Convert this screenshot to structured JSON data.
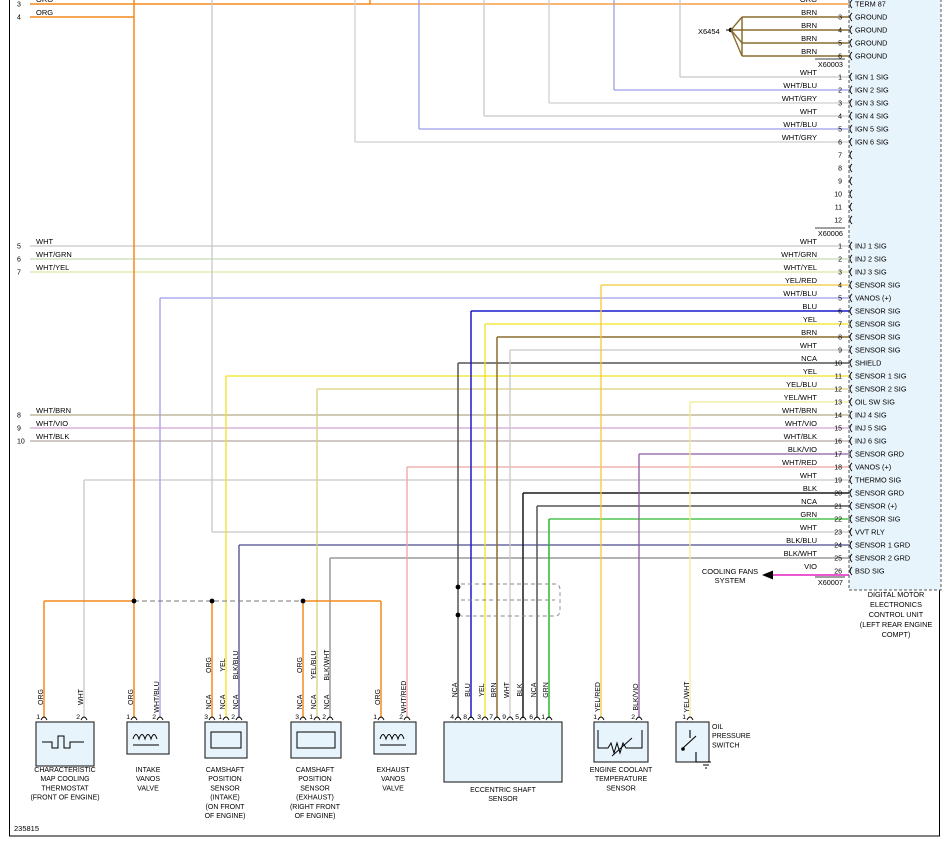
{
  "figure_id": "235815",
  "ecu": {
    "label_lines": [
      "DIGITAL MOTOR",
      "ELECTRONICS",
      "CONTROL UNIT",
      "(LEFT REAR ENGINE",
      "COMPT)"
    ],
    "connectors": [
      {
        "name": "X60003",
        "pins": [
          {
            "num": "",
            "color": "ORG",
            "signal": "TERM 87"
          },
          {
            "num": "3",
            "color": "BRN",
            "signal": "GROUND"
          },
          {
            "num": "4",
            "color": "BRN",
            "signal": "GROUND"
          },
          {
            "num": "5",
            "color": "BRN",
            "signal": "GROUND"
          },
          {
            "num": "6",
            "color": "BRN",
            "signal": "GROUND"
          }
        ]
      },
      {
        "name": "X60006",
        "pins": [
          {
            "num": "1",
            "color": "WHT",
            "signal": "IGN 1 SIG"
          },
          {
            "num": "2",
            "color": "WHT/BLU",
            "signal": "IGN 2 SIG"
          },
          {
            "num": "3",
            "color": "WHT/GRY",
            "signal": "IGN 3 SIG"
          },
          {
            "num": "4",
            "color": "WHT",
            "signal": "IGN 4 SIG"
          },
          {
            "num": "5",
            "color": "WHT/BLU",
            "signal": "IGN 5 SIG"
          },
          {
            "num": "6",
            "color": "WHT/GRY",
            "signal": "IGN 6 SIG"
          },
          {
            "num": "7",
            "color": "",
            "signal": ""
          },
          {
            "num": "8",
            "color": "",
            "signal": ""
          },
          {
            "num": "9",
            "color": "",
            "signal": ""
          },
          {
            "num": "10",
            "color": "",
            "signal": ""
          },
          {
            "num": "11",
            "color": "",
            "signal": ""
          },
          {
            "num": "12",
            "color": "",
            "signal": ""
          }
        ]
      },
      {
        "name": "X60007",
        "pins": [
          {
            "num": "1",
            "color": "WHT",
            "signal": "INJ 1 SIG"
          },
          {
            "num": "2",
            "color": "WHT/GRN",
            "signal": "INJ 2 SIG"
          },
          {
            "num": "3",
            "color": "WHT/YEL",
            "signal": "INJ 3 SIG"
          },
          {
            "num": "4",
            "color": "YEL/RED",
            "signal": "SENSOR SIG"
          },
          {
            "num": "5",
            "color": "WHT/BLU",
            "signal": "VANOS (+)"
          },
          {
            "num": "6",
            "color": "BLU",
            "signal": "SENSOR SIG"
          },
          {
            "num": "7",
            "color": "YEL",
            "signal": "SENSOR SIG"
          },
          {
            "num": "8",
            "color": "BRN",
            "signal": "SENSOR SIG"
          },
          {
            "num": "9",
            "color": "WHT",
            "signal": "SENSOR SIG"
          },
          {
            "num": "10",
            "color": "NCA",
            "signal": "SHIELD"
          },
          {
            "num": "11",
            "color": "YEL",
            "signal": "SENSOR 1 SIG"
          },
          {
            "num": "12",
            "color": "YEL/BLU",
            "signal": "SENSOR 2 SIG"
          },
          {
            "num": "13",
            "color": "YEL/WHT",
            "signal": "OIL SW SIG"
          },
          {
            "num": "14",
            "color": "WHT/BRN",
            "signal": "INJ 4 SIG"
          },
          {
            "num": "15",
            "color": "WHT/VIO",
            "signal": "INJ 5 SIG"
          },
          {
            "num": "16",
            "color": "WHT/BLK",
            "signal": "INJ 6 SIG"
          },
          {
            "num": "17",
            "color": "BLK/VIO",
            "signal": "SENSOR GRD"
          },
          {
            "num": "18",
            "color": "WHT/RED",
            "signal": "VANOS (+)"
          },
          {
            "num": "19",
            "color": "WHT",
            "signal": "THERMO SIG"
          },
          {
            "num": "20",
            "color": "BLK",
            "signal": "SENSOR GRD"
          },
          {
            "num": "21",
            "color": "NCA",
            "signal": "SENSOR (+)"
          },
          {
            "num": "22",
            "color": "GRN",
            "signal": "SENSOR SIG"
          },
          {
            "num": "23",
            "color": "WHT",
            "signal": "VVT RLY"
          },
          {
            "num": "24",
            "color": "BLK/BLU",
            "signal": "SENSOR 1 GRD"
          },
          {
            "num": "25",
            "color": "BLK/WHT",
            "signal": "SENSOR 2 GRD"
          },
          {
            "num": "26",
            "color": "VIO",
            "signal": "BSD SIG"
          }
        ]
      }
    ]
  },
  "ground_splice": "X6454",
  "cooling_fans": "COOLING FANS SYSTEM",
  "left_wires": [
    {
      "num": "3",
      "color": "ORG"
    },
    {
      "num": "4",
      "color": "ORG"
    },
    {
      "num": "5",
      "color": "WHT"
    },
    {
      "num": "6",
      "color": "WHT/GRN"
    },
    {
      "num": "7",
      "color": "WHT/YEL"
    },
    {
      "num": "8",
      "color": "WHT/BRN"
    },
    {
      "num": "9",
      "color": "WHT/VIO"
    },
    {
      "num": "10",
      "color": "WHT/BLK"
    }
  ],
  "components": [
    {
      "id": "thermostat",
      "label_lines": [
        "CHARACTERISTIC",
        "MAP COOLING",
        "THERMOSTAT",
        "(FRONT OF ENGINE)"
      ],
      "pins": [
        {
          "num": "1",
          "wire": "ORG"
        },
        {
          "num": "2",
          "wire": "WHT"
        }
      ]
    },
    {
      "id": "intake-vanos",
      "label_lines": [
        "INTAKE",
        "VANOS",
        "VALVE"
      ],
      "pins": [
        {
          "num": "1",
          "wire": "ORG"
        },
        {
          "num": "2",
          "wire": "WHT/BLU"
        }
      ]
    },
    {
      "id": "cam-intake",
      "label_lines": [
        "CAMSHAFT",
        "POSITION",
        "SENSOR",
        "(INTAKE)",
        "(ON FRONT",
        "OF ENGINE)"
      ],
      "pins": [
        {
          "num": "3",
          "wire": "ORG"
        },
        {
          "num": "1",
          "wire": "YEL"
        },
        {
          "num": "2",
          "wire": "BLK/BLU"
        }
      ],
      "inner_labels": [
        "NCA",
        "NCA",
        "NCA"
      ]
    },
    {
      "id": "cam-exhaust",
      "label_lines": [
        "CAMSHAFT",
        "POSITION",
        "SENSOR",
        "(EXHAUST)",
        "(RIGHT FRONT",
        "OF ENGINE)"
      ],
      "pins": [
        {
          "num": "3",
          "wire": "ORG"
        },
        {
          "num": "1",
          "wire": "YEL/BLU"
        },
        {
          "num": "2",
          "wire": "BLK/WHT"
        }
      ],
      "inner_labels": [
        "NCA",
        "NCA",
        "NCA"
      ]
    },
    {
      "id": "exhaust-vanos",
      "label_lines": [
        "EXHAUST",
        "VANOS",
        "VALVE"
      ],
      "pins": [
        {
          "num": "1",
          "wire": "ORG"
        },
        {
          "num": "2",
          "wire": "WHT/RED"
        }
      ]
    },
    {
      "id": "eccentric",
      "label_lines": [
        "ECCENTRIC SHAFT",
        "SENSOR"
      ],
      "pins": [
        {
          "num": "4",
          "wire": "NCA"
        },
        {
          "num": "8",
          "wire": "BLU"
        },
        {
          "num": "3",
          "wire": "YEL"
        },
        {
          "num": "7",
          "wire": "BRN"
        },
        {
          "num": "9",
          "wire": "WHT"
        },
        {
          "num": "5",
          "wire": "BLK"
        },
        {
          "num": "6",
          "wire": "NCA"
        },
        {
          "num": "1",
          "wire": "GRN"
        }
      ]
    },
    {
      "id": "ect",
      "label_lines": [
        "ENGINE COOLANT",
        "TEMPERATURE",
        "SENSOR"
      ],
      "pins": [
        {
          "num": "1",
          "wire": "YEL/RED"
        },
        {
          "num": "2",
          "wire": "BLK/VIO"
        }
      ]
    },
    {
      "id": "oil-switch",
      "label_lines": [
        "OIL",
        "PRESSURE",
        "SWITCH"
      ],
      "pins": [
        {
          "num": "1",
          "wire": "YEL/WHT"
        }
      ]
    }
  ],
  "colors": {
    "ORG": "#f28a1e",
    "WHT": "#c8c8c8",
    "BRN": "#8a6d2f",
    "BLU": "#1a1acc",
    "WHT/BLU": "#9d9de8",
    "WHT/GRY": "#cfcfcf",
    "WHT/GRN": "#c4dcb4",
    "WHT/YEL": "#e4e4a4",
    "YEL": "#f2e21c",
    "YEL/RED": "#f4c83a",
    "YEL/BLU": "#d8cf7c",
    "YEL/WHT": "#f0ea92",
    "WHT/BRN": "#b4aa86",
    "WHT/VIO": "#d2a4d2",
    "WHT/BLK": "#b6a6a6",
    "BLK/VIO": "#8c5ca0",
    "WHT/RED": "#eca4a4",
    "BLK": "#1a1a1a",
    "NCA": "#555555",
    "GRN": "#2ab82a",
    "BLK/BLU": "#4a4a8c",
    "BLK/WHT": "#888888",
    "VIO": "#e020c0"
  }
}
